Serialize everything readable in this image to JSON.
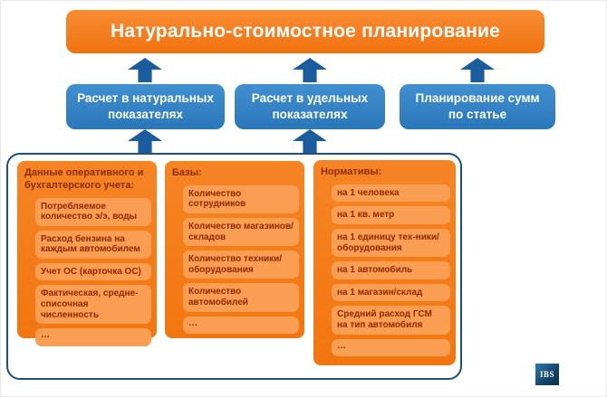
{
  "title": "Натурально-стоимостное планирование",
  "flow_boxes": [
    {
      "label": "Расчет в натуральных показателях"
    },
    {
      "label": "Расчет в удельных показателях"
    },
    {
      "label": "Планирование сумм по статье"
    }
  ],
  "panels": [
    {
      "header": "Данные оперативного и бухгалтерского учета:",
      "items": [
        "Потребляемое количество э/э, воды",
        "Расход бензина на каждым автомобилем",
        "Учет ОС (карточка ОС)",
        "Фактическая, средне-списочная численность",
        "…"
      ]
    },
    {
      "header": "Базы:",
      "items": [
        "Количество сотрудников",
        "Количество магазинов/складов",
        "Количество техники/оборудования",
        "Количество автомобилей",
        "…"
      ]
    },
    {
      "header": "Нормативы:",
      "items": [
        "на 1 человека",
        "на 1 кв. метр",
        "на 1 единицу тех-ники/оборудования",
        "на 1 автомобиль",
        "на 1 магазин/склад",
        "Средний расход ГСМ на тип автомобиля",
        "…"
      ]
    }
  ],
  "logo": {
    "text": "IBS"
  },
  "colors": {
    "orange_main": "#f2760f",
    "orange_light": "#f99e52",
    "blue_box": "#2a77ba",
    "arrow_blue": "#1b5c9f",
    "container_border": "#1d4f7d",
    "panel_text": "#8e2a00",
    "title_text": "#ffffff"
  }
}
